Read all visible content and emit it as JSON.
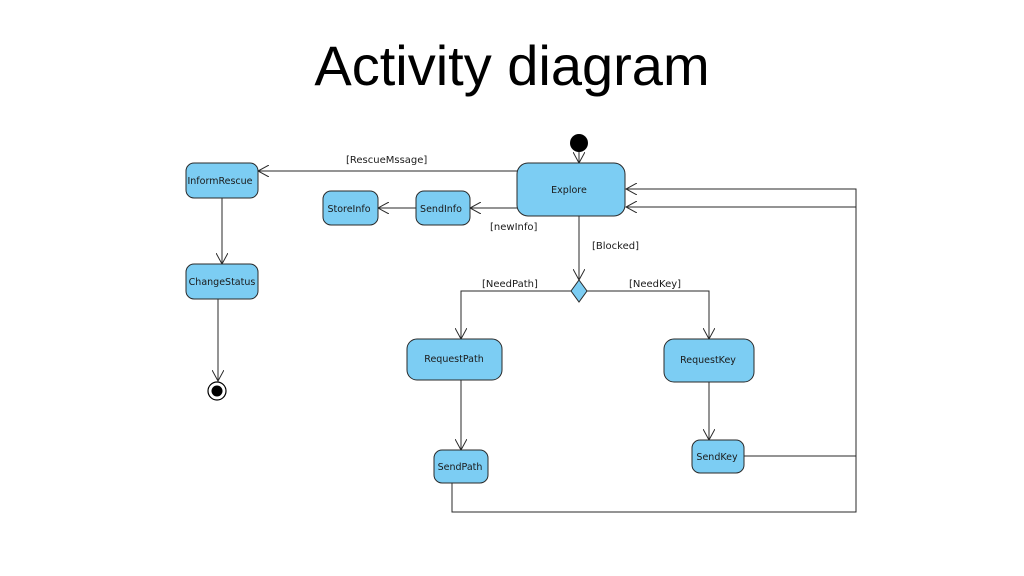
{
  "title": "Activity diagram",
  "nodes": {
    "explore": "Explore",
    "inform_rescue": "InformRescue",
    "change_status": "ChangeStatus",
    "store_info": "StoreInfo",
    "send_info": "SendInfo",
    "request_path": "RequestPath",
    "request_key": "RequestKey",
    "send_path": "SendPath",
    "send_key": "SendKey"
  },
  "guards": {
    "rescue_message": "[RescueMssage]",
    "new_info": "[newInfo]",
    "blocked": "[Blocked]",
    "need_path": "[NeedPath]",
    "need_key": "[NeedKey]"
  },
  "colors": {
    "node_fill": "#7ccdf3",
    "stroke": "#2a2a2a"
  }
}
